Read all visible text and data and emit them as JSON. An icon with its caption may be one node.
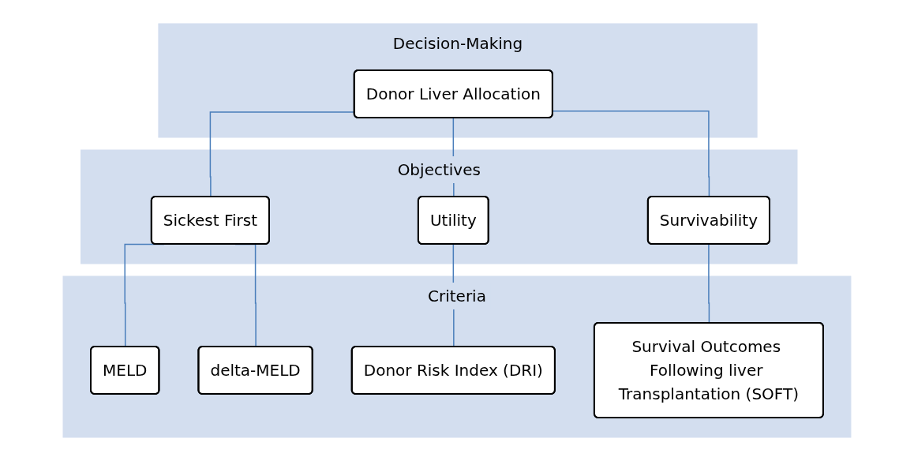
{
  "diagram": {
    "nodes": [
      {
        "text": [
          "Decision-Making"
        ]
      },
      {
        "text": [
          "Donor Liver Allocation"
        ],
        "in": 0
      },
      {
        "text": [
          "Objectives"
        ]
      },
      {
        "text": [
          "Sickest First"
        ],
        "in": 2
      },
      {
        "text": [
          "Utility"
        ],
        "in": 2
      },
      {
        "text": [
          "Survivability"
        ],
        "in": 2
      },
      {
        "text": [
          "Criteria"
        ]
      },
      {
        "text": [
          "MELD"
        ],
        "in": 6
      },
      {
        "text": [
          "delta-MELD"
        ],
        "in": 6
      },
      {
        "text": [
          "Donor Risk Index (DRI)"
        ],
        "in": 6
      },
      {
        "text": [
          "Survival Outcomes Following liver Transplantation (SOFT)"
        ],
        "in": 6
      }
    ],
    "edges": [
      {
        "from": 1,
        "to": 3,
        "arrow": "none"
      },
      {
        "from": 1,
        "to": 4,
        "arrow": "none"
      },
      {
        "from": 1,
        "to": 5,
        "arrow": "none"
      },
      {
        "from": 3,
        "to": 7,
        "arrow": "none"
      },
      {
        "from": 3,
        "to": 8,
        "arrow": "none"
      },
      {
        "from": 4,
        "to": 9,
        "arrow": "none"
      },
      {
        "from": 5,
        "to": 10,
        "arrow": "none"
      }
    ]
  }
}
